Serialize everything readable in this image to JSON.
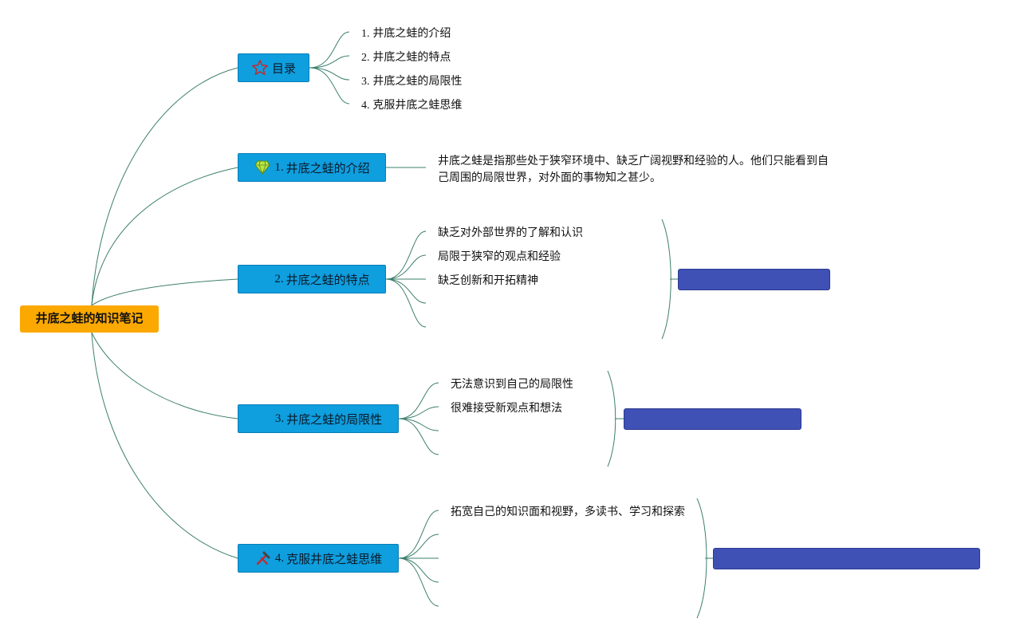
{
  "root": {
    "label": "井底之蛙的知识笔记"
  },
  "topics": {
    "toc": {
      "label": "目录",
      "icon": "star-icon"
    },
    "intro": {
      "number": "1.",
      "label": "井底之蛙的介绍",
      "icon": "diamond-icon"
    },
    "features": {
      "number": "2.",
      "label": "井底之蛙的特点",
      "icon": "blank-icon"
    },
    "limits": {
      "number": "3.",
      "label": "井底之蛙的局限性",
      "icon": "blank-icon"
    },
    "overcome": {
      "number": "4.",
      "label": "克服井底之蛙思维",
      "icon": "tools-icon"
    }
  },
  "toc_items": [
    {
      "number": "1.",
      "text": "井底之蛙的介绍"
    },
    {
      "number": "2.",
      "text": "井底之蛙的特点"
    },
    {
      "number": "3.",
      "text": "井底之蛙的局限性"
    },
    {
      "number": "4.",
      "text": "克服井底之蛙思维"
    }
  ],
  "intro_text": "井底之蛙是指那些处于狭窄环境中、缺乏广阔视野和经验的人。他们只能看到自己周围的局限世界，对外面的事物知之甚少。",
  "features_items": [
    "缺乏对外部世界的了解和认识",
    "局限于狭窄的观点和经验",
    "缺乏创新和开拓精神"
  ],
  "limits_items": [
    "无法意识到自己的局限性",
    "很难接受新观点和想法"
  ],
  "overcome_items": [
    "拓宽自己的知识面和视野，多读书、学习和探索"
  ],
  "summaries": {
    "features": "",
    "limits": "",
    "overcome": ""
  },
  "colors": {
    "root": "#fba800",
    "topic": "#0f9ede",
    "summary": "#3f51b5",
    "line": "#3d7f6e"
  }
}
